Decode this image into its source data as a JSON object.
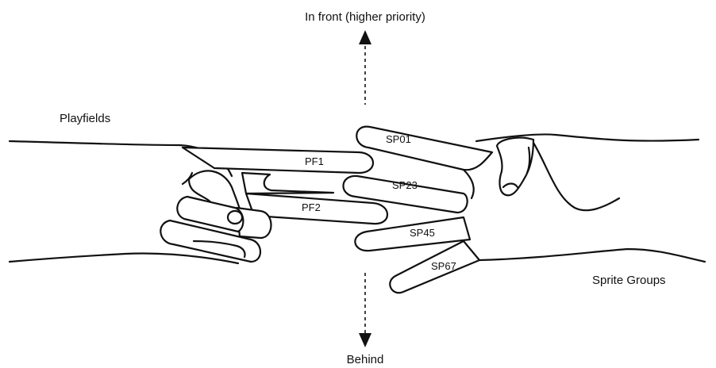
{
  "labels": {
    "top": "In front (higher priority)",
    "bottom": "Behind",
    "left_hand": "Playfields",
    "right_hand": "Sprite Groups"
  },
  "fingers": {
    "pf1": "PF1",
    "pf2": "PF2",
    "sp01": "SP01",
    "sp23": "SP23",
    "sp45": "SP45",
    "sp67": "SP67"
  },
  "colors": {
    "ink": "#111111",
    "background": "#ffffff"
  }
}
